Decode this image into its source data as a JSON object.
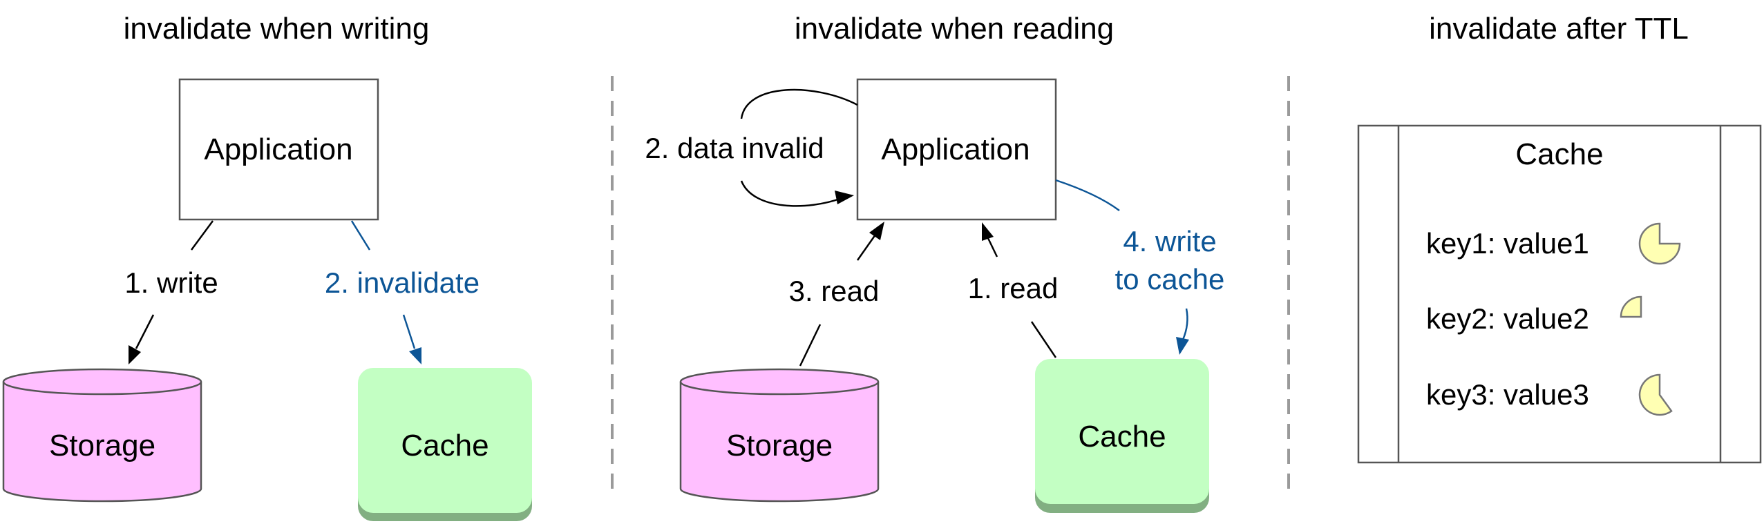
{
  "colors": {
    "stroke": "#000000",
    "box_border": "#555555",
    "blue": "#0c5596",
    "storage_fill": "#ffbfff",
    "cache_fill": "#c3ffc3",
    "cache_shadow": "#82af82",
    "pie_fill": "#ffffb3",
    "pie_stroke": "#777777",
    "divider": "#9a9a9a"
  },
  "panels": [
    {
      "title": "invalidate when writing",
      "application": "Application",
      "storage": "Storage",
      "cache": "Cache",
      "step1": "1. write",
      "step2": "2. invalidate"
    },
    {
      "title": "invalidate when reading",
      "application": "Application",
      "storage": "Storage",
      "cache": "Cache",
      "step1": "1. read",
      "step2": "2. data invalid",
      "step3": "3. read",
      "step4_line1": "4. write",
      "step4_line2": "to cache"
    },
    {
      "title": "invalidate after TTL",
      "cache_title": "Cache",
      "entries": [
        {
          "label": "key1: value1",
          "remaining_fraction": 0.75
        },
        {
          "label": "key2: value2",
          "remaining_fraction": 0.25
        },
        {
          "label": "key3: value3",
          "remaining_fraction": 0.6
        }
      ]
    }
  ]
}
